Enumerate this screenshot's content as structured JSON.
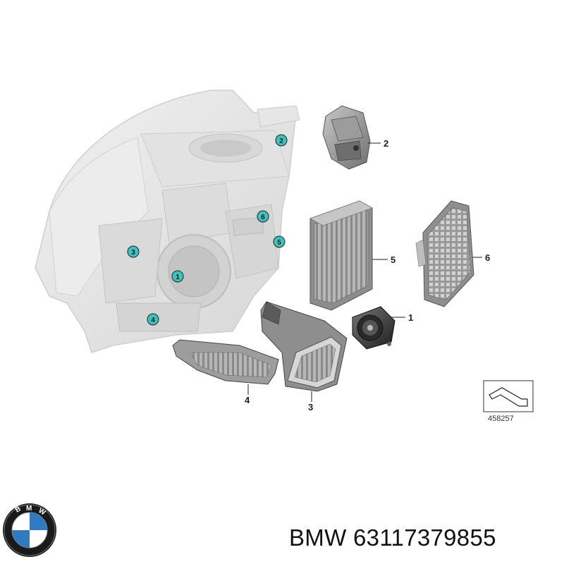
{
  "diagram": {
    "callouts": [
      {
        "id": "2",
        "label": "2"
      },
      {
        "id": "5",
        "label": "5"
      },
      {
        "id": "6",
        "label": "6"
      },
      {
        "id": "1",
        "label": "1"
      },
      {
        "id": "4",
        "label": "4"
      },
      {
        "id": "3",
        "label": "3"
      }
    ],
    "badges": [
      {
        "id": "2",
        "label": "2"
      },
      {
        "id": "6",
        "label": "6"
      },
      {
        "id": "5",
        "label": "5"
      },
      {
        "id": "3",
        "label": "3"
      },
      {
        "id": "1",
        "label": "1"
      },
      {
        "id": "4",
        "label": "4"
      }
    ],
    "reference_number": "458257",
    "badge_color": "#3cc3bf",
    "part_color": "#9a9a9a"
  },
  "caption": {
    "brand": "BMW",
    "part_number": "63117379855"
  },
  "logo": {
    "icon": "bmw-roundel-icon",
    "lettering": "BMW"
  }
}
